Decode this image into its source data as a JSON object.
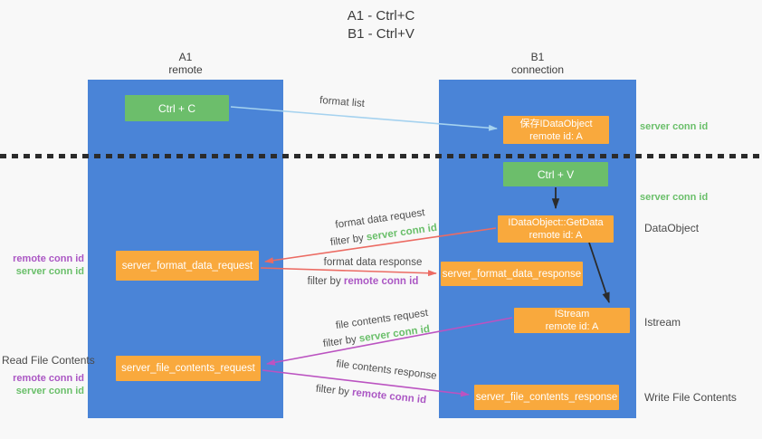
{
  "title": {
    "line1": "A1 - Ctrl+C",
    "line2": "B1 - Ctrl+V"
  },
  "lanes": {
    "left": {
      "name": "A1",
      "role": "remote"
    },
    "right": {
      "name": "B1",
      "role": "connection"
    }
  },
  "nodes": {
    "ctrl_c": {
      "label": "Ctrl + C"
    },
    "save_idataobject": {
      "line1": "保存IDataObject",
      "line2": "remote id: A"
    },
    "ctrl_v": {
      "label": "Ctrl + V"
    },
    "getdata": {
      "line1": "IDataObject::GetData",
      "line2": "remote id: A"
    },
    "format_request": {
      "label": "server_format_data_request"
    },
    "format_response": {
      "label": "server_format_data_response"
    },
    "istream": {
      "line1": "IStream",
      "line2": "remote id: A"
    },
    "file_request": {
      "label": "server_file_contents_request"
    },
    "file_response": {
      "label": "server_file_contents_response"
    }
  },
  "edge_labels": {
    "format_list": "format list",
    "format_data_request": "format data request",
    "format_data_response": "format data response",
    "file_contents_request": "file contents request",
    "file_contents_response": "file contents response",
    "filter_by": "filter by",
    "server_conn_id": "server conn id",
    "remote_conn_id": "remote conn id"
  },
  "side_labels": {
    "left_format_remote": "remote conn id",
    "left_format_server": "server conn id",
    "read_file_contents": "Read File Contents",
    "left_file_remote": "remote conn id",
    "left_file_server": "server conn id",
    "right_server_conn_top": "server conn id",
    "right_server_conn_mid": "server conn id",
    "dataobject": "DataObject",
    "istream": "Istream",
    "write_file_contents": "Write File Contents"
  },
  "colors": {
    "lane_blue": "#4a84d7",
    "node_green": "#6cbe6b",
    "node_orange": "#f9a93d",
    "text_green": "#6abf6a",
    "text_purple": "#ab57c4",
    "arrow_red": "#ec6b63",
    "arrow_purple": "#bb53c1",
    "arrow_lightblue": "#a5d2ef",
    "arrow_black": "#2b2b2b"
  }
}
